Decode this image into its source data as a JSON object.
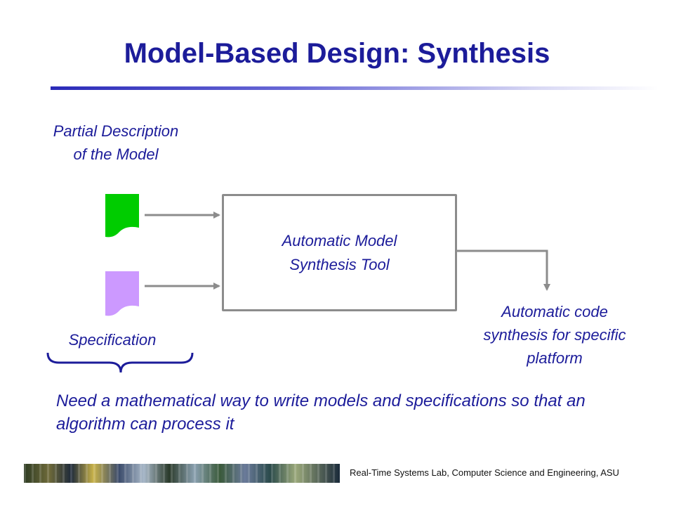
{
  "slide": {
    "title": "Model-Based Design: Synthesis"
  },
  "diagram": {
    "partial_label": "Partial Description of the Model",
    "specification_label": "Specification",
    "tool_label": "Automatic Model Synthesis Tool",
    "output_label": "Automatic code synthesis for specific platform",
    "partial_doc_color": "#00cc00",
    "specification_doc_color": "#cc99ff",
    "arrow_color": "#8c8c8c"
  },
  "note": "Need a mathematical way to write models and specifications so that an algorithm can process it",
  "footer": {
    "text": "Real-Time Systems Lab, Computer Science and Engineering, ASU"
  }
}
